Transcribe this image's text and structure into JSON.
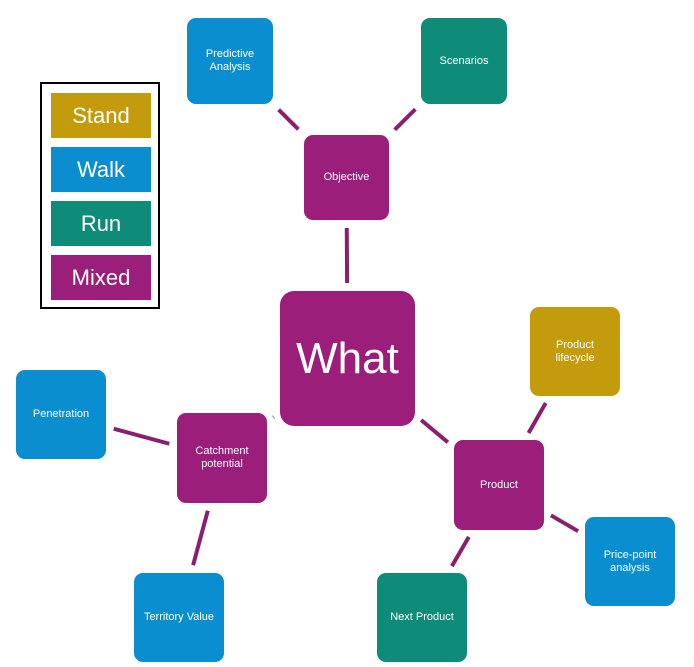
{
  "colors": {
    "stand": "#C39B0C",
    "walk": "#0B8ECF",
    "run": "#0E8B79",
    "mixed": "#9A1E7A",
    "connector": "#8B1E6E"
  },
  "legend": {
    "items": [
      {
        "label": "Stand",
        "level": "stand"
      },
      {
        "label": "Walk",
        "level": "walk"
      },
      {
        "label": "Run",
        "level": "run"
      },
      {
        "label": "Mixed",
        "level": "mixed"
      }
    ]
  },
  "nodes": {
    "what": {
      "label": "What",
      "level": "mixed"
    },
    "objective": {
      "label": "Objective",
      "level": "mixed"
    },
    "predictive_analysis": {
      "label": "Predictive\nAnalysis",
      "level": "walk"
    },
    "scenarios": {
      "label": "Scenarios",
      "level": "run"
    },
    "catchment_potential": {
      "label": "Catchment\npotential",
      "level": "mixed"
    },
    "penetration": {
      "label": "Penetration",
      "level": "walk"
    },
    "territory_value": {
      "label": "Territory Value",
      "level": "walk"
    },
    "product": {
      "label": "Product",
      "level": "mixed"
    },
    "product_lifecycle": {
      "label": "Product\nlifecycle",
      "level": "stand"
    },
    "price_point_analysis": {
      "label": "Price-point\nanalysis",
      "level": "walk"
    },
    "next_product": {
      "label": "Next Product",
      "level": "run"
    }
  },
  "edges": [
    [
      "what",
      "objective"
    ],
    [
      "objective",
      "predictive_analysis"
    ],
    [
      "objective",
      "scenarios"
    ],
    [
      "what",
      "catchment_potential"
    ],
    [
      "catchment_potential",
      "penetration"
    ],
    [
      "catchment_potential",
      "territory_value"
    ],
    [
      "what",
      "product"
    ],
    [
      "product",
      "product_lifecycle"
    ],
    [
      "product",
      "price_point_analysis"
    ],
    [
      "product",
      "next_product"
    ]
  ]
}
